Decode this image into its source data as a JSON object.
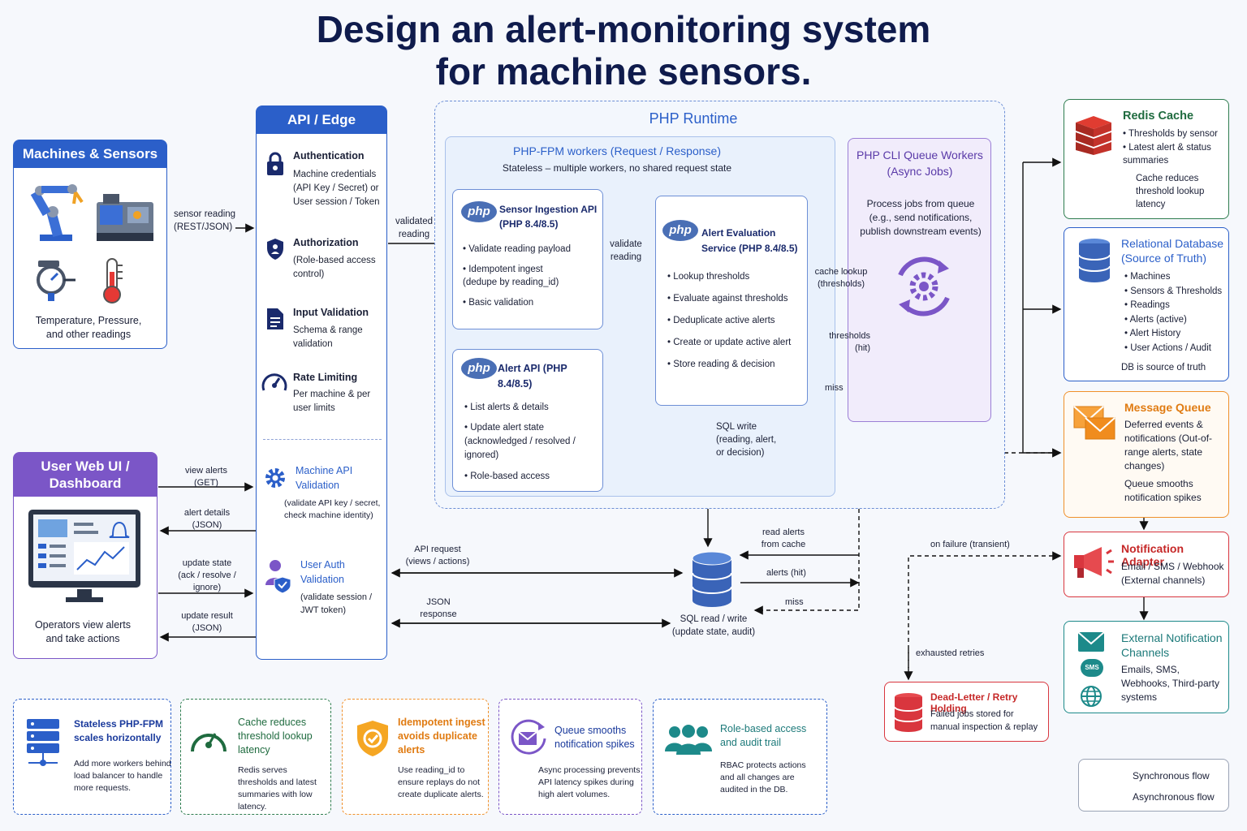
{
  "title": "Design an alert-monitoring system for machine sensors.",
  "colors": {
    "blue": "#2b5fc9",
    "purple": "#7b56c7",
    "green": "#2e7d4f",
    "orange": "#f0902a",
    "red": "#d9363e",
    "teal": "#1d8a8a"
  },
  "machines": {
    "header": "Machines & Sensors",
    "caption": "Temperature, Pressure, and other readings",
    "icons": [
      "robot-arm-icon",
      "machine-icon",
      "pressure-gauge-icon",
      "thermometer-icon"
    ]
  },
  "edge": {
    "header": "API / Edge",
    "items": [
      {
        "title": "Authentication",
        "desc": "Machine credentials (API Key / Secret) or User session / Token",
        "icon": "lock-icon"
      },
      {
        "title": "Authorization",
        "desc": "(Role-based access control)",
        "icon": "shield-icon"
      },
      {
        "title": "Input Validation",
        "desc": "Schema & range validation",
        "icon": "document-icon"
      },
      {
        "title": "Rate Limiting",
        "desc": "Per machine & per user limits",
        "icon": "speedometer-icon"
      },
      {
        "title": "Machine API Validation",
        "desc": "(validate API key / secret, check machine identity)",
        "icon": "gear-icon"
      },
      {
        "title": "User Auth Validation",
        "desc": "(validate session / JWT token)",
        "icon": "user-shield-icon"
      }
    ]
  },
  "userui": {
    "header": "User Web UI / Dashboard",
    "caption": "Operators view alerts and take actions"
  },
  "runtime": {
    "header": "PHP Runtime"
  },
  "fpm": {
    "header": "PHP-FPM workers (Request / Response)",
    "sub": "Stateless – multiple workers, no shared request state"
  },
  "ingest": {
    "badge": "php",
    "title": "Sensor Ingestion API (PHP 8.4/8.5)",
    "bullets": [
      "Validate reading payload",
      "Idempotent ingest (dedupe by reading_id)",
      "Basic validation"
    ]
  },
  "alertapi": {
    "badge": "php",
    "title": "Alert API (PHP 8.4/8.5)",
    "bullets": [
      "List alerts & details",
      "Update alert state (acknowledged / resolved / ignored)",
      "Role-based access"
    ]
  },
  "evalsvc": {
    "badge": "php",
    "title": "Alert Evaluation Service (PHP 8.4/8.5)",
    "bullets": [
      "Lookup thresholds",
      "Evaluate against thresholds",
      "Deduplicate active alerts",
      "Create or update active alert",
      "Store reading & decision"
    ]
  },
  "cli": {
    "header": "PHP CLI Queue Workers (Async Jobs)",
    "desc": "Process jobs from queue (e.g., send notifications, publish downstream events)"
  },
  "redis": {
    "title": "Redis Cache",
    "bullets": [
      "Thresholds by sensor",
      "Latest alert & status summaries"
    ],
    "note": "Cache reduces threshold lookup latency"
  },
  "rdb": {
    "title": "Relational Database (Source of Truth)",
    "bullets": [
      "Machines",
      "Sensors & Thresholds",
      "Readings",
      "Alerts (active)",
      "Alert History",
      "User Actions / Audit"
    ],
    "note": "DB is source of truth"
  },
  "mq": {
    "title": "Message Queue",
    "desc": "Deferred events & notifications (Out-of-range alerts, state changes)",
    "note": "Queue smooths notification spikes"
  },
  "notif": {
    "title": "Notification Adapter",
    "desc": "Email / SMS / Webhook (External channels)"
  },
  "ext": {
    "title": "External Notification Channels",
    "desc": "Emails, SMS, Webhooks, Third-party systems",
    "sms": "SMS"
  },
  "dlq": {
    "title": "Dead-Letter / Retry Holding",
    "desc": "Failed jobs stored for manual inspection & replay"
  },
  "arrows": {
    "sensor_reading": "sensor reading (REST/JSON)",
    "validated_reading": "validated reading",
    "validate_reading": "validate reading",
    "cache_lookup": "cache lookup (thresholds)",
    "thresholds_hit": "thresholds (hit)",
    "miss": "miss",
    "sql_write": "SQL write (reading, alert, or decision)",
    "view_alerts": "view alerts (GET)",
    "alert_details": "alert details (JSON)",
    "update_state": "update state (ack / resolve / ignore)",
    "update_result": "update result (JSON)",
    "api_request": "API request (views / actions)",
    "json_response": "JSON response",
    "read_alerts": "read alerts from cache",
    "alerts_hit": "alerts (hit)",
    "miss2": "miss",
    "sql_rw": "SQL read / write (update state, audit)",
    "on_failure": "on failure (transient)",
    "exhausted": "exhausted retries"
  },
  "benefits": [
    {
      "title": "Stateless PHP-FPM scales horizontally",
      "desc": "Add more workers behind load balancer to handle more requests.",
      "color": "#2b5fc9",
      "icon": "server-stack-icon"
    },
    {
      "title": "Cache reduces threshold lookup latency",
      "desc": "Redis serves thresholds and latest summaries with low latency.",
      "color": "#2e7d4f",
      "icon": "gauge-icon"
    },
    {
      "title": "Idempotent ingest avoids duplicate alerts",
      "desc": "Use reading_id to ensure replays do not create duplicate alerts.",
      "color": "#e07b12",
      "icon": "shield-check-icon"
    },
    {
      "title": "Queue smooths notification spikes",
      "desc": "Async processing prevents API latency spikes during high alert volumes.",
      "color": "#2b5fc9",
      "icon": "envelope-cycle-icon"
    },
    {
      "title": "Role-based access and audit trail",
      "desc": "RBAC protects actions and all changes are audited in the DB.",
      "color": "#1d8a8a",
      "icon": "users-icon"
    }
  ],
  "legend": {
    "sync": "Synchronous flow",
    "async": "Asynchronous flow"
  }
}
